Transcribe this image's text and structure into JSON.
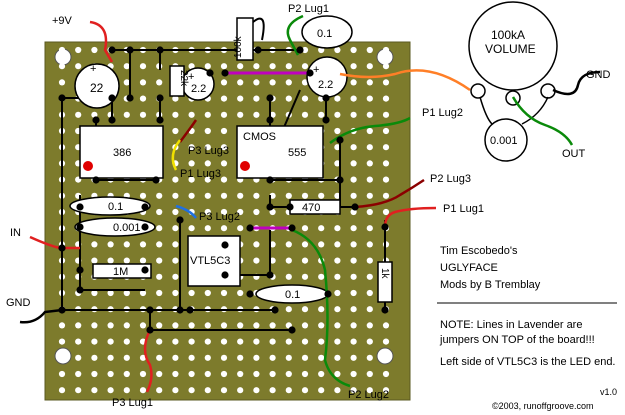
{
  "board": {
    "color": "#7d7b2c",
    "bus_color": "#000000",
    "jumper_color": "#c000c0"
  },
  "components": {
    "ic386": "386",
    "ic555_top": "CMOS",
    "ic555_bottom": "555",
    "cap_22": "22",
    "cap_22_plus": "+",
    "cap_2_2_left": "2.2",
    "cap_2_2_left_plus": "+",
    "cap_2_2_right": "2.2",
    "cap_2_2_right_plus": "+",
    "res_22k": "22k",
    "res_100k": "100k",
    "cap_0_1_top": "0.1",
    "cap_0_1_left": "0.1",
    "cap_0_001_left": "0.001",
    "res_470": "470",
    "opto": "VTL5C3",
    "res_1m": "1M",
    "cap_0_1_bottom": "0.1",
    "res_1k": "1k"
  },
  "pot": {
    "value": "100kA",
    "name": "VOLUME",
    "cap": "0.001"
  },
  "labels": {
    "plus9v": "+9V",
    "p2_lug1": "P2 Lug1",
    "gnd_right": "GND",
    "p1_lug2": "P1 Lug2",
    "out": "OUT",
    "p3_lug3": "P3 Lug3",
    "p1_lug3": "P1 Lug3",
    "p2_lug3": "P2 Lug3",
    "p3_lug2": "P3 Lug2",
    "p1_lug1": "P1 Lug1",
    "in": "IN",
    "gnd_left": "GND",
    "p3_lug1": "P3 Lug1",
    "p2_lug2": "P2 Lug2"
  },
  "credits": {
    "author": "Tim Escobedo's",
    "project": "UGLYFACE",
    "mods": "Mods by B Tremblay"
  },
  "notes": {
    "jumpers": "NOTE: Lines in Lavender are jumpers ON TOP of the board!!!",
    "led": "Left side of VTL5C3 is the LED end."
  },
  "footer": {
    "version": "v1.0",
    "copyright": "©2003, runoffgroove.com"
  }
}
